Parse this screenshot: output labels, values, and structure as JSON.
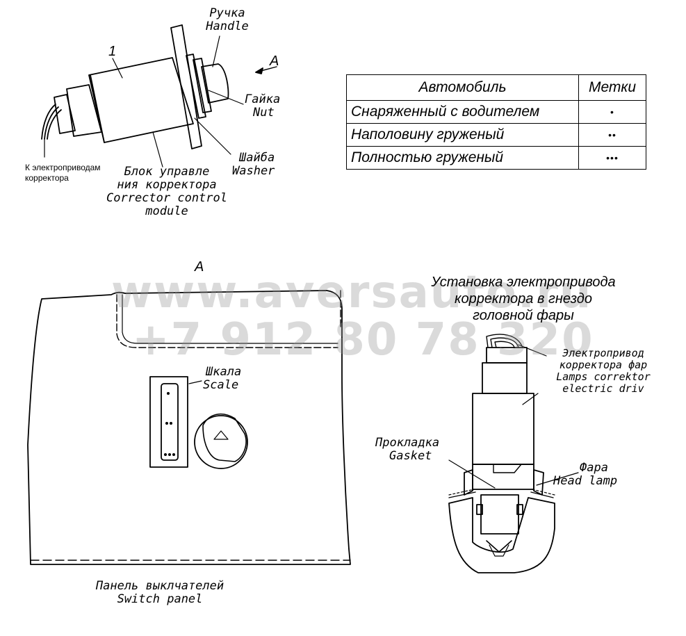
{
  "top_view": {
    "callout_number": "1",
    "view_arrow_label": "A",
    "handle": [
      "Ручка",
      "Handle"
    ],
    "nut": [
      "Гайка",
      "Nut"
    ],
    "washer": [
      "Шайба",
      "Washer"
    ],
    "module": [
      "Блок управле",
      "ния корректора",
      "Corrector control",
      "module"
    ],
    "wire_note": [
      "К электроприводам",
      "корректора"
    ]
  },
  "legend_table": {
    "headers": [
      "Автомобиль",
      "Метки"
    ],
    "rows": [
      {
        "vehicle": "Снаряженный с водителем",
        "mark": "•"
      },
      {
        "vehicle": "Наполовину груженый",
        "mark": "••"
      },
      {
        "vehicle": "Полностью груженый",
        "mark": "•••"
      }
    ]
  },
  "panel_view": {
    "view_label": "A",
    "scale": [
      "Шкала",
      "Scale"
    ],
    "switch_panel": [
      "Панель выклчателей",
      "Switch panel"
    ]
  },
  "install_view": {
    "title": [
      "Установка электропривода",
      "корректора в гнездо",
      "головной фары"
    ],
    "actuator": [
      "Электропривод",
      "корректора фар",
      "Lamps correktor",
      "electric driv"
    ],
    "gasket": [
      "Прокладка",
      "Gasket"
    ],
    "headlamp": [
      "Фара",
      "Head lamp"
    ]
  },
  "watermark": [
    "www.aversauto.ru",
    "+7 912 80 78 320"
  ]
}
